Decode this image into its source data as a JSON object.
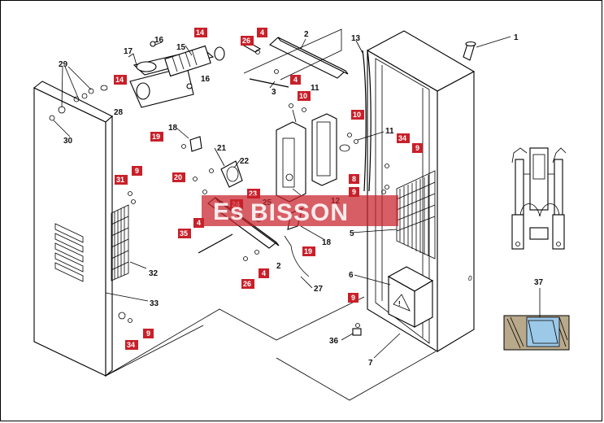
{
  "watermark": {
    "text": "BISSON",
    "prefix": "Es",
    "color": "#c8202a"
  },
  "colors": {
    "tag_red": "#c8202a",
    "glass_blue": "#9cc9e8",
    "brick": "#b9a98b"
  },
  "part_numbers": {
    "p1": "1",
    "p2a": "2",
    "p2b": "2",
    "p3": "3",
    "p5": "5",
    "p6": "6",
    "p7": "7",
    "p11a": "11",
    "p11b": "11",
    "p12": "12",
    "p13": "13",
    "p15": "15",
    "p16a": "16",
    "p16b": "16",
    "p17": "17",
    "p18a": "18",
    "p18b": "18",
    "p21": "21",
    "p22": "22",
    "p25": "25",
    "p27": "27",
    "p28": "28",
    "p29": "29",
    "p30": "30",
    "p32": "32",
    "p33": "33",
    "p36": "36",
    "p37": "37"
  },
  "tags": {
    "t14a": "14",
    "t14b": "14",
    "t26a": "26",
    "t26b": "26",
    "t4a": "4",
    "t4b": "4",
    "t4c": "4",
    "t4d": "4",
    "t10a": "10",
    "t10b": "10",
    "t19a": "19",
    "t19b": "19",
    "t20": "20",
    "t23": "23",
    "t24": "24",
    "t34a": "34",
    "t34b": "34",
    "t9a": "9",
    "t9b": "9",
    "t9c": "9",
    "t9d": "9",
    "t9e": "9",
    "t8": "8",
    "t31": "31",
    "t35": "35"
  }
}
